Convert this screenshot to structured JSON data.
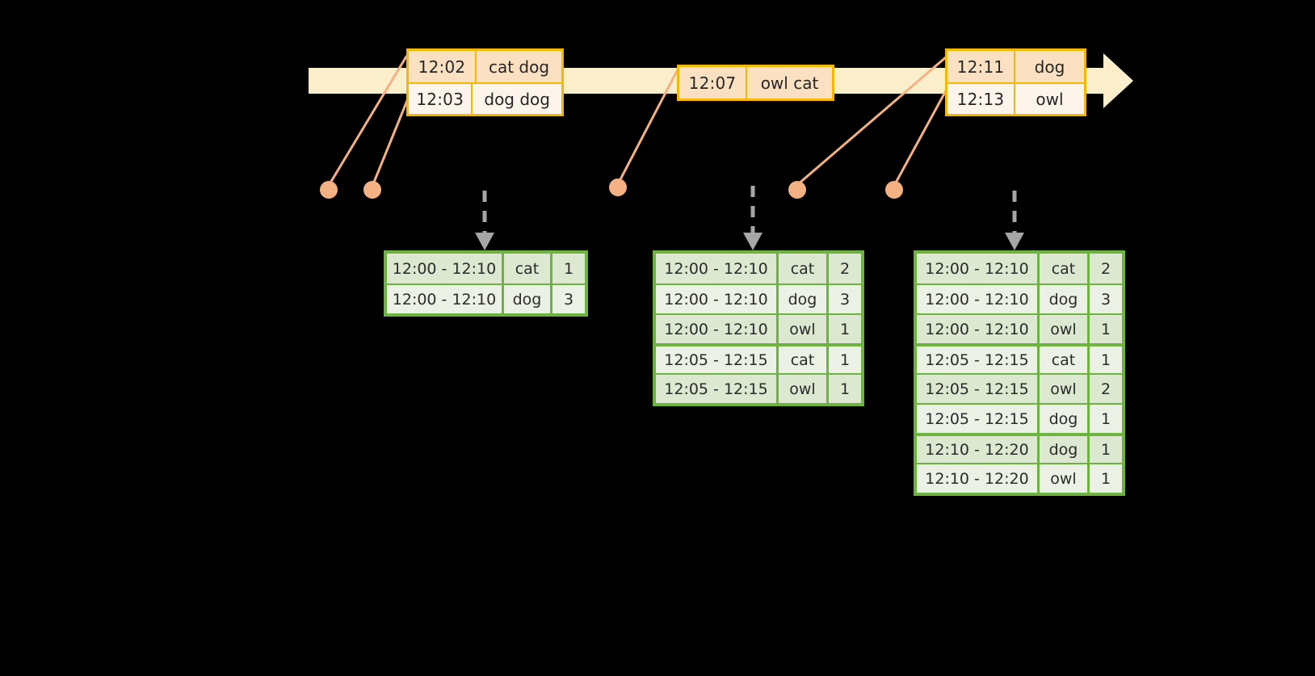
{
  "colors": {
    "background": "#000000",
    "timeline_fill": "#FBEFCB",
    "event_border": "#F5B800",
    "event_fill_shaded": "#FBE0C2",
    "event_fill_plain": "#FDF5EC",
    "connector_line": "#F4B183",
    "dot": "#F4B183",
    "table_border": "#6DB33F",
    "table_row_a": "#DCE8D0",
    "table_row_b": "#ECF1E6",
    "dashed_arrow": "#A6A6A6"
  },
  "timeline": {
    "name": "event-stream-timeline",
    "arrow_direction": "right",
    "event_groups": [
      {
        "id": "group-1",
        "events": [
          {
            "time": "12:02",
            "words": "cat dog",
            "style": "shaded"
          },
          {
            "time": "12:03",
            "words": "dog dog",
            "style": "plain"
          }
        ]
      },
      {
        "id": "group-2",
        "events": [
          {
            "time": "12:07",
            "words": "owl cat",
            "style": "shaded"
          }
        ]
      },
      {
        "id": "group-3",
        "events": [
          {
            "time": "12:11",
            "words": "dog",
            "style": "shaded"
          },
          {
            "time": "12:13",
            "words": "owl",
            "style": "plain"
          }
        ]
      }
    ]
  },
  "connectors": {
    "dot_count": 5,
    "dot_labels": [
      "dot-event-12-02",
      "dot-event-12-03",
      "dot-event-12-07",
      "dot-event-12-11",
      "dot-event-12-13"
    ]
  },
  "result_tables": [
    {
      "id": "result-table-1",
      "name": "windowed-counts-snapshot-1",
      "rows": [
        {
          "range": "12:00 - 12:10",
          "key": "cat",
          "count": "1",
          "shade": "a",
          "group_start": false
        },
        {
          "range": "12:00 - 12:10",
          "key": "dog",
          "count": "3",
          "shade": "b",
          "group_start": false
        }
      ]
    },
    {
      "id": "result-table-2",
      "name": "windowed-counts-snapshot-2",
      "rows": [
        {
          "range": "12:00 - 12:10",
          "key": "cat",
          "count": "2",
          "shade": "a",
          "group_start": false
        },
        {
          "range": "12:00 - 12:10",
          "key": "dog",
          "count": "3",
          "shade": "b",
          "group_start": false
        },
        {
          "range": "12:00 - 12:10",
          "key": "owl",
          "count": "1",
          "shade": "a",
          "group_start": false
        },
        {
          "range": "12:05 - 12:15",
          "key": "cat",
          "count": "1",
          "shade": "b",
          "group_start": true
        },
        {
          "range": "12:05 - 12:15",
          "key": "owl",
          "count": "1",
          "shade": "a",
          "group_start": false
        }
      ]
    },
    {
      "id": "result-table-3",
      "name": "windowed-counts-snapshot-3",
      "rows": [
        {
          "range": "12:00 - 12:10",
          "key": "cat",
          "count": "2",
          "shade": "a",
          "group_start": false
        },
        {
          "range": "12:00 - 12:10",
          "key": "dog",
          "count": "3",
          "shade": "b",
          "group_start": false
        },
        {
          "range": "12:00 - 12:10",
          "key": "owl",
          "count": "1",
          "shade": "a",
          "group_start": false
        },
        {
          "range": "12:05 - 12:15",
          "key": "cat",
          "count": "1",
          "shade": "b",
          "group_start": true
        },
        {
          "range": "12:05 - 12:15",
          "key": "owl",
          "count": "2",
          "shade": "a",
          "group_start": false
        },
        {
          "range": "12:05 - 12:15",
          "key": "dog",
          "count": "1",
          "shade": "b",
          "group_start": false
        },
        {
          "range": "12:10 - 12:20",
          "key": "dog",
          "count": "1",
          "shade": "a",
          "group_start": true
        },
        {
          "range": "12:10 - 12:20",
          "key": "owl",
          "count": "1",
          "shade": "b",
          "group_start": false
        }
      ]
    }
  ]
}
